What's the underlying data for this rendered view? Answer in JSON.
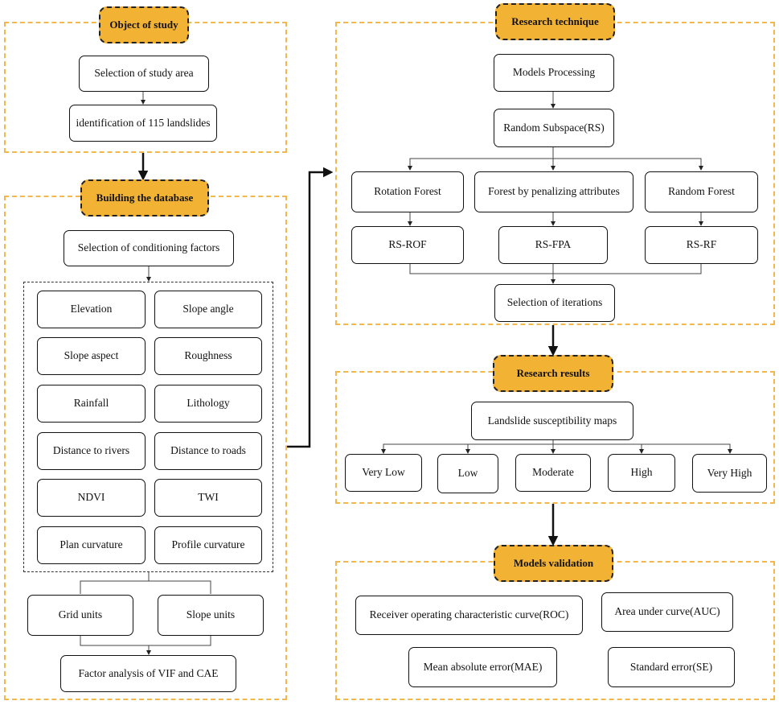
{
  "object_of_study": {
    "title": "Object of study",
    "steps": [
      "Selection of study area",
      "identification of 115 landslides"
    ]
  },
  "building_database": {
    "title": "Building the database",
    "selection": "Selection of conditioning factors",
    "factors": [
      "Elevation",
      "Slope angle",
      "Slope aspect",
      "Roughness",
      "Rainfall",
      "Lithology",
      "Distance to rivers",
      "Distance to roads",
      "NDVI",
      "TWI",
      "Plan curvature",
      "Profile curvature"
    ],
    "units": [
      "Grid units",
      "Slope units"
    ],
    "analysis": "Factor analysis of VIF and CAE"
  },
  "research_technique": {
    "title": "Research technique",
    "processing": "Models Processing",
    "subspace": "Random Subspace(RS)",
    "base_models": [
      "Rotation Forest",
      "Forest by penalizing attributes",
      "Random Forest"
    ],
    "hybrid_models": [
      "RS-ROF",
      "RS-FPA",
      "RS-RF"
    ],
    "iterations": "Selection of iterations"
  },
  "research_results": {
    "title": "Research results",
    "maps": "Landslide susceptibility maps",
    "classes": [
      "Very Low",
      "Low",
      "Moderate",
      "High",
      "Very High"
    ]
  },
  "models_validation": {
    "title": "Models validation",
    "metrics": [
      "Receiver operating characteristic curve(ROC)",
      "Area under curve(AUC)",
      "Mean absolute error(MAE)",
      "Standard error(SE)"
    ]
  }
}
